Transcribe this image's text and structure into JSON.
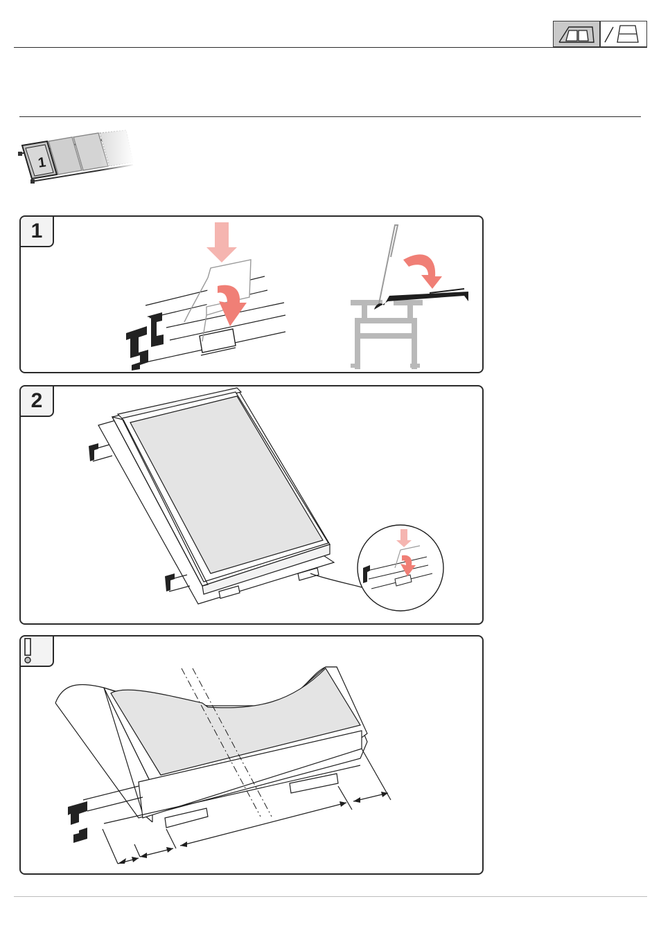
{
  "header": {
    "icons": [
      {
        "name": "roof-landscape-modules-icon",
        "selected": true
      },
      {
        "name": "roof-portrait-module-icon",
        "selected": false
      }
    ]
  },
  "overview": {
    "module_number": "1"
  },
  "steps": [
    {
      "id": "1",
      "label": "1"
    },
    {
      "id": "2",
      "label": "2"
    },
    {
      "id": "notice",
      "label": "!"
    }
  ],
  "colors": {
    "arrow": "#f07f76",
    "arrow_light": "#f5b5b0",
    "module_glass": "#e4e4e4",
    "rail_gray": "#b9b9b9",
    "line": "#1e1e1e"
  }
}
